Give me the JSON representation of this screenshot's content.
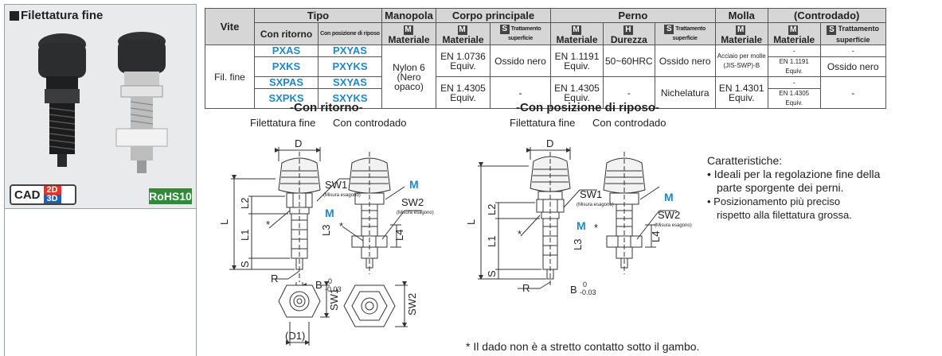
{
  "panel": {
    "title": "Filettatura fine",
    "cad_label": "CAD",
    "cad_2d": "2D",
    "cad_3d": "3D",
    "rohs": "RoHS10"
  },
  "table": {
    "h_vite": "Vite",
    "h_tipo": "Tipo",
    "h_manopola": "Manopola",
    "h_corpo": "Corpo principale",
    "h_perno": "Perno",
    "h_molla": "Molla",
    "h_controdado": "(Controdado)",
    "h_con_ritorno": "Con ritorno",
    "h_con_posizione": "Con posizione di riposo",
    "h_materiale": "Materiale",
    "h_trattamento": "Trattamento superficie",
    "h_durezza": "Durezza",
    "h_trattamento_full": "Trattamento superficie",
    "icon_m": "M",
    "icon_s": "S",
    "icon_h": "H",
    "vite_value": "Fil. fine",
    "ritorno": [
      "PXAS",
      "PXKS",
      "SXPAS",
      "SXPKS"
    ],
    "riposo": [
      "PXYAS",
      "PXYKS",
      "SXYAS",
      "SXYKS"
    ],
    "manopola_value": "Nylon 6\n(Nero\nopaco)",
    "row1": {
      "corpo_mat": "EN 1.0736 Equiv.",
      "corpo_tratt": "Ossido nero",
      "perno_mat": "EN 1.1191 Equiv.",
      "perno_dur": "50~60HRC",
      "perno_tratt": "Ossido nero",
      "molla_mat": "Acciaio per molle (JIS-SWP)-B",
      "contro_mat_a": "-",
      "contro_mat_b": "EN 1.1191 Equiv.",
      "contro_tratt_a": "-",
      "contro_tratt_b": "Ossido nero"
    },
    "row2": {
      "corpo_mat": "EN 1.4305 Equiv.",
      "corpo_tratt": "-",
      "perno_mat": "EN 1.4305 Equiv.",
      "perno_dur": "-",
      "perno_tratt": "Nichelatura",
      "molla_mat": "EN 1.4301 Equiv.",
      "contro_mat_a": "-",
      "contro_mat_b": "EN 1.4305 Equiv.",
      "contro_tratt": "-"
    }
  },
  "drawings": {
    "con_ritorno_title": "-Con ritorno-",
    "con_posizione_title": "-Con posizione di riposo-",
    "fil_fine": "Filettatura fine",
    "con_controdado": "Con controdado",
    "dim_D": "D",
    "dim_L": "L",
    "dim_L1": "L1",
    "dim_L2": "L2",
    "dim_L3": "L3",
    "dim_L4": "L4",
    "dim_S": "S",
    "dim_R": "R",
    "dim_B": "B",
    "tol_upper": "0",
    "tol_lower": "-0.03",
    "sw1": "SW1",
    "sw2": "SW2",
    "misura_esagono": "(Misura esagono)",
    "m_label": "M",
    "star": "*",
    "d1": "(D1)"
  },
  "features": {
    "heading": "Caratteristiche:",
    "item1_line1": "• Ideali per la regolazione fine della",
    "item1_line2": "parte sporgente dei perni.",
    "item2_line1": "• Posizionamento più preciso",
    "item2_line2": "rispetto alla filettatura grossa."
  },
  "footnote": "* Il dado non è a stretto contatto sotto il gambo.",
  "colors": {
    "accent_blue": "#1e88c8",
    "rohs_green": "#2e8b3a",
    "cad_red": "#e0342d",
    "cad_blue": "#1f5fb8"
  }
}
